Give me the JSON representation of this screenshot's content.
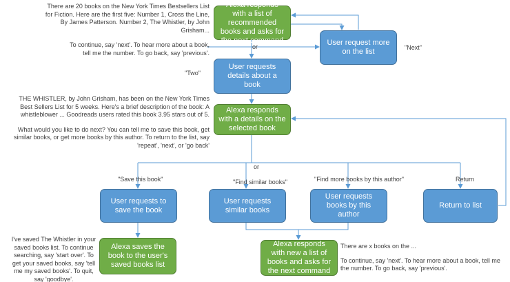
{
  "nodes": {
    "alexa_list": "Alexa responds with a list of recommended books and asks for the next command",
    "user_more": "User request more on the list",
    "user_details": "User requests details about a book",
    "alexa_details": "Alexa responds with a details on the selected book",
    "user_save": "User requests to save the book",
    "user_similar": "User requests similar books",
    "user_author": "User requests books by this author",
    "return_list": "Return to list",
    "alexa_saves": "Alexa saves the book to the user's saved books list",
    "alexa_new_list": "Alexa responds with new a list of books and asks for the next command"
  },
  "labels": {
    "or_top": "or",
    "next": "\"Next\"",
    "two": "\"Two\"",
    "or_mid": "or",
    "save_this_book": "\"Save this book\"",
    "find_similar": "\"Find similar books\"",
    "find_more_author": "\"Find more books by this author\"",
    "return": "Return"
  },
  "notes": {
    "top_p1": "There are 20 books on the New York Times Bestsellers List for Fiction. Here are the first five: Number 1, Cross the Line, By James Patterson. Number 2, The Whistler, by John Grisham...",
    "top_p2": "To continue, say 'next'. To hear more about a book, tell me the number. To go back, say 'previous'.",
    "details_p1": "THE WHISTLER, by John Grisham, has been on the New York Times Best Sellers List for 5 weeks.  Here's a brief description of the book: A whistleblower ... Goodreads users  rated this book 3.95 stars out of 5.",
    "details_p2": "What would you like to do next? You can tell me to save this book, get similar books, or get more books by this author. To return to the list, say 'repeat', 'next', or 'go back'",
    "saved": "I've saved The Whistler in your saved books list. To continue searching, say 'start over'. To get your saved books, say 'tell me my saved books'. To quit, say 'goodbye'.",
    "bottom_p1": "There are x books on the ...",
    "bottom_p2": "To continue, say 'next'. To hear more about a book, tell me the number. To go back, say 'previous'."
  }
}
